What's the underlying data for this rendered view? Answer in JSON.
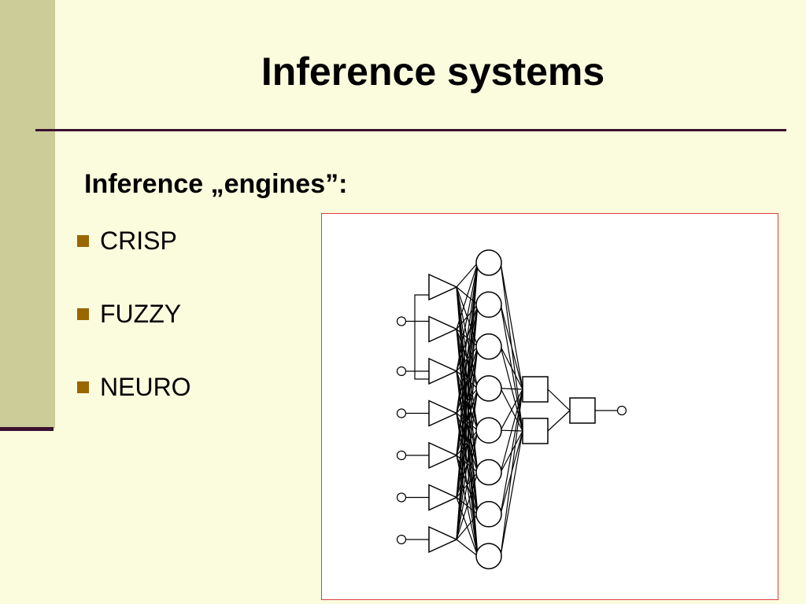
{
  "slide": {
    "title": "Inference systems",
    "subtitle": "Inference „engines”:",
    "bullets": [
      "CRISP",
      "FUZZY",
      "NEURO"
    ]
  },
  "diagram": {
    "kind": "neural-network",
    "input_nodes": 7,
    "hidden_nodes": 8,
    "combiner_nodes": 2,
    "output_nodes": 1
  },
  "colors": {
    "background": "#FBFBDE",
    "side_band": "#CCCC99",
    "rule": "#3A1030",
    "bullet": "#996600",
    "frame_border": "#E23B3B"
  }
}
